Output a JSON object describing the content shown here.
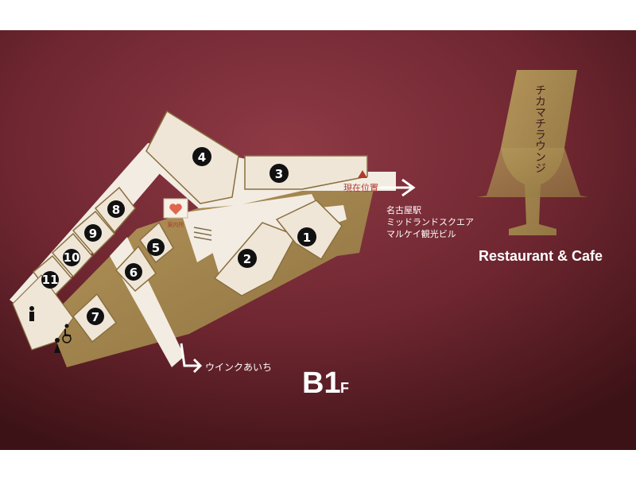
{
  "map": {
    "title": "B1F",
    "floor_main": "B1",
    "floor_suffix": "F",
    "current_location_label": "現在位置",
    "info_badge": "案内所",
    "exits": {
      "east": [
        "名古屋駅",
        "ミッドランドスクエア",
        "マルケイ観光ビル"
      ],
      "south": "ウインクあいち"
    },
    "shops": [
      "1",
      "2",
      "3",
      "4",
      "5",
      "6",
      "7",
      "8",
      "9",
      "10",
      "11"
    ],
    "legend": {
      "toilet_icon": "person-icon",
      "accessible_icon": "wheelchair-icon",
      "heart_icon": "heart-icon"
    }
  },
  "lounge": {
    "vertical_title": "チカマチラウンジ",
    "subtitle": "Restaurant & Cafe"
  },
  "colors": {
    "background": "#7a2a33",
    "walkway": "#f3ece2",
    "gold": "#a58a4f",
    "shop_fill": "#efe6d8",
    "marker": "#b03a2e",
    "arrow": "#ffffff"
  }
}
